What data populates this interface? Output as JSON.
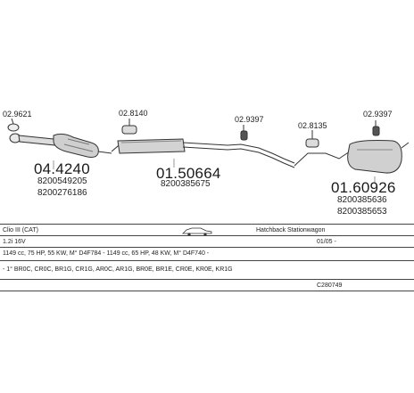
{
  "diagram": {
    "parts": [
      {
        "code": "02.9621",
        "part_no": "",
        "oem": []
      },
      {
        "code": "",
        "part_no": "04.4240",
        "oem": [
          "8200549205",
          "8200276186"
        ]
      },
      {
        "code": "02.8140",
        "part_no": "",
        "oem": []
      },
      {
        "code": "",
        "part_no": "01.50664",
        "oem": [
          "8200385675"
        ]
      },
      {
        "code": "02.9397",
        "part_no": "",
        "oem": []
      },
      {
        "code": "02.8135",
        "part_no": "",
        "oem": []
      },
      {
        "code": "02.9397",
        "part_no": "",
        "oem": []
      },
      {
        "code": "",
        "part_no": "01.60926",
        "oem": [
          "8200385636",
          "8200385653"
        ]
      }
    ]
  },
  "table": {
    "model": "Clio III (CAT)",
    "body_type": "Hatchback Stationwagon",
    "engine": "1.2i 16V",
    "date": "01/05 -",
    "spec": "1149 cc, 75 HP, 55 KW, M° D4F784 - 1149 cc, 65 HP, 48 KW, M° D4F740 -",
    "chassis": "- 1° BR0C, CR0C, BR1G, CR1G, AR0C, AR1G, BR0E, BR1E, CR0E, KR0E, KR1G",
    "catalog_code": "C280749"
  }
}
